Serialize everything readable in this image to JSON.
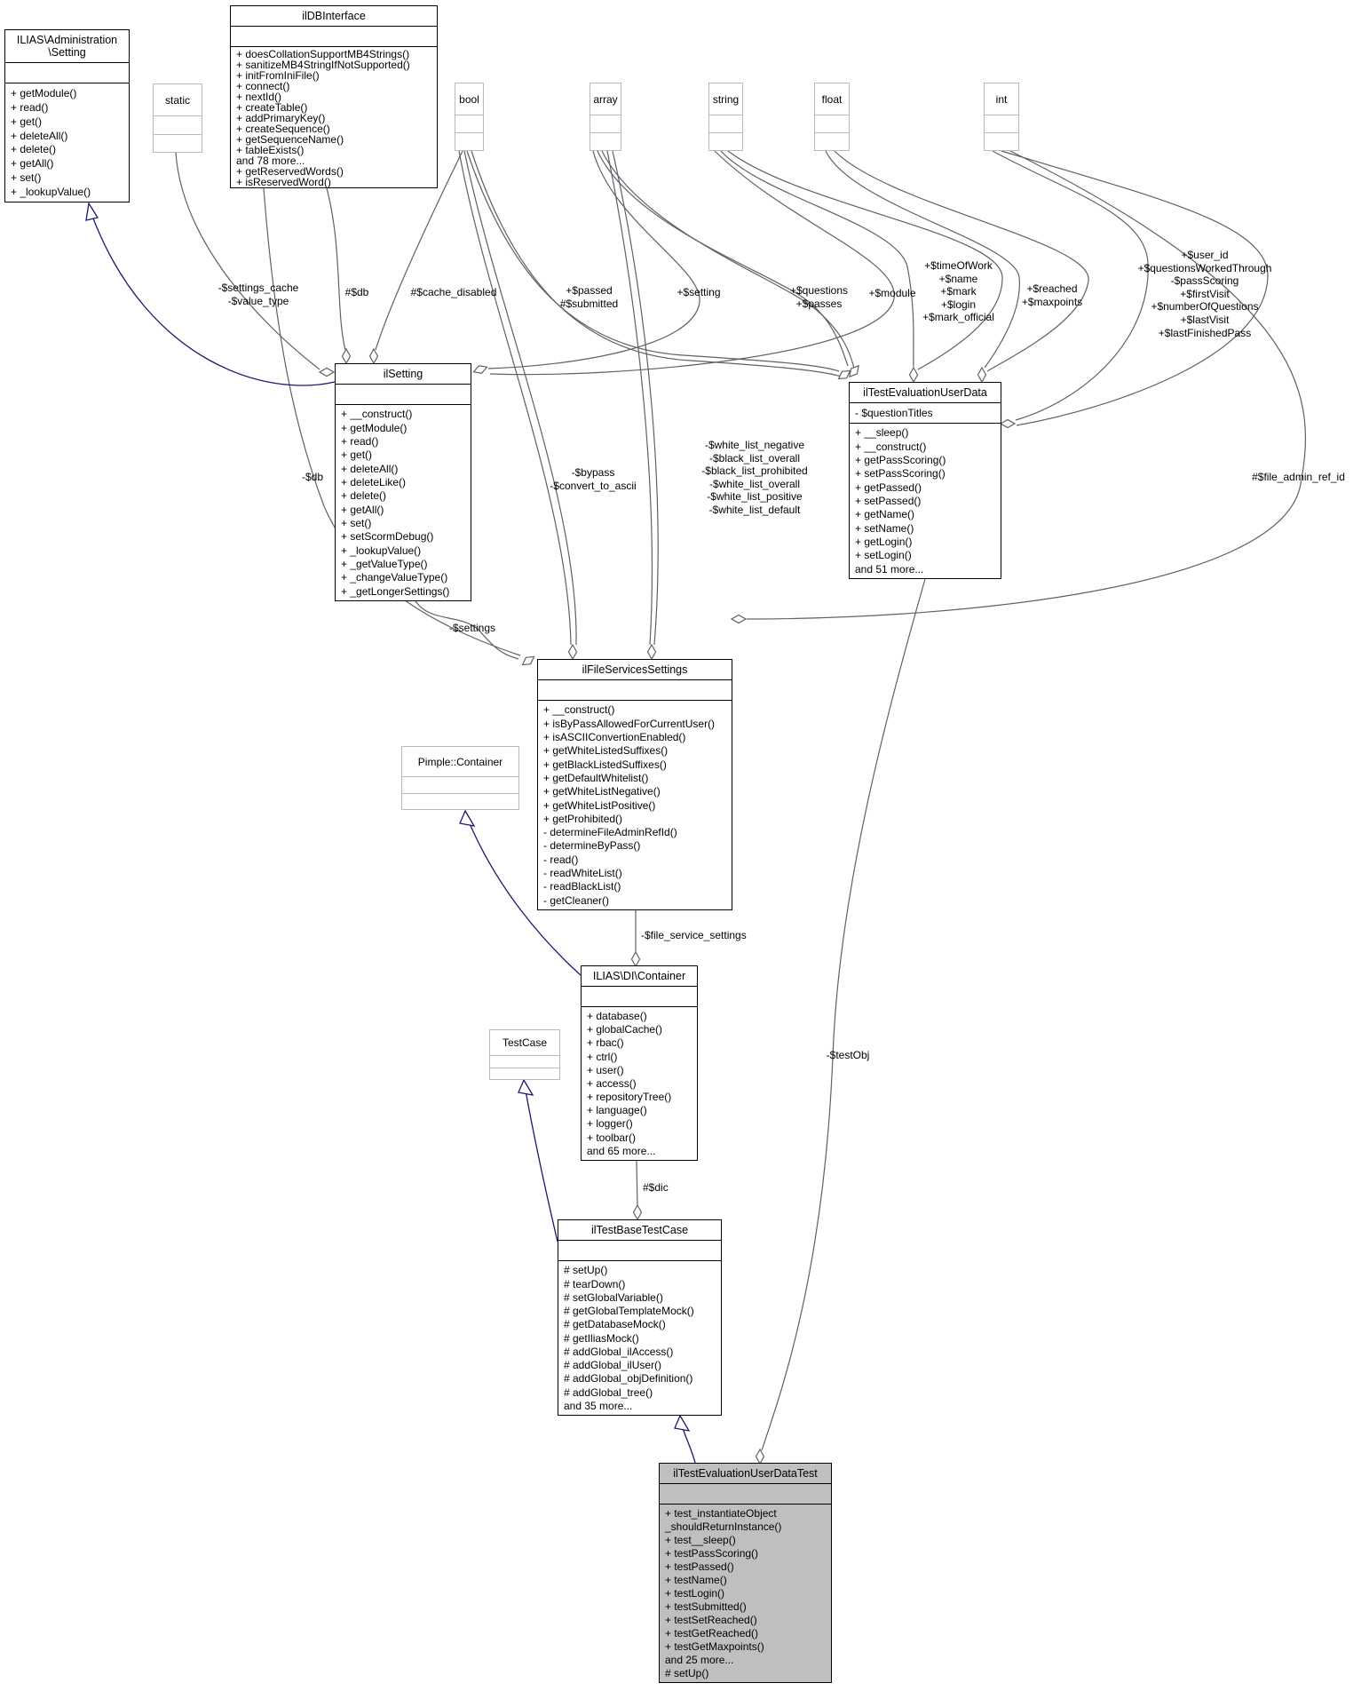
{
  "colors": {
    "inheritance_edge": "#191970",
    "aggregation_edge": "#5d6066",
    "class_border": "#000000",
    "type_box_border": "#b9b9b9",
    "highlight_fill": "#bfbfbf",
    "background": "#ffffff"
  },
  "classes": {
    "admin_setting": {
      "name": "ILIAS\\Administration\n\\Setting",
      "attributes": [],
      "methods": [
        "+ getModule()",
        "+ read()",
        "+ get()",
        "+ deleteAll()",
        "+ delete()",
        "+ getAll()",
        "+ set()",
        "+ _lookupValue()"
      ]
    },
    "ildbinterface": {
      "name": "ilDBInterface",
      "attributes": [],
      "methods": [
        "+ doesCollationSupportMB4Strings()",
        "+ sanitizeMB4StringIfNotSupported()",
        "+ initFromIniFile()",
        "+ connect()",
        "+ nextId()",
        "+ createTable()",
        "+ addPrimaryKey()",
        "+ createSequence()",
        "+ getSequenceName()",
        "+ tableExists()",
        "and 78 more...",
        "+ getReservedWords()",
        "+ isReservedWord()"
      ]
    },
    "ilsetting": {
      "name": "ilSetting",
      "attributes": [],
      "methods": [
        "+ __construct()",
        "+ getModule()",
        "+ read()",
        "+ get()",
        "+ deleteAll()",
        "+ deleteLike()",
        "+ delete()",
        "+ getAll()",
        "+ set()",
        "+ setScormDebug()",
        "+ _lookupValue()",
        "+ _getValueType()",
        "+ _changeValueType()",
        "+ _getLongerSettings()"
      ]
    },
    "iltestevaluationuserdata": {
      "name": "ilTestEvaluationUserData",
      "attributes": [
        "- $questionTitles"
      ],
      "methods": [
        "+ __sleep()",
        "+ __construct()",
        "+ getPassScoring()",
        "+ setPassScoring()",
        "+ getPassed()",
        "+ setPassed()",
        "+ getName()",
        "+ setName()",
        "+ getLogin()",
        "+ setLogin()",
        "and 51 more..."
      ]
    },
    "ilfileservicessettings": {
      "name": "ilFileServicesSettings",
      "attributes": [],
      "methods": [
        "+ __construct()",
        "+ isByPassAllowedForCurrentUser()",
        "+ isASCIIConvertionEnabled()",
        "+ getWhiteListedSuffixes()",
        "+ getBlackListedSuffixes()",
        "+ getDefaultWhitelist()",
        "+ getWhiteListNegative()",
        "+ getWhiteListPositive()",
        "+ getProhibited()",
        "- determineFileAdminRefId()",
        "- determineByPass()",
        "- read()",
        "- readWhiteList()",
        "- readBlackList()",
        "- getCleaner()"
      ]
    },
    "ilias_di_container": {
      "name": "ILIAS\\DI\\Container",
      "attributes": [],
      "methods": [
        "+ database()",
        "+ globalCache()",
        "+ rbac()",
        "+ ctrl()",
        "+ user()",
        "+ access()",
        "+ repositoryTree()",
        "+ language()",
        "+ logger()",
        "+ toolbar()",
        "and 65 more..."
      ]
    },
    "iltestbasetestcase": {
      "name": "ilTestBaseTestCase",
      "attributes": [],
      "methods": [
        "# setUp()",
        "# tearDown()",
        "# setGlobalVariable()",
        "# getGlobalTemplateMock()",
        "# getDatabaseMock()",
        "# getIliasMock()",
        "# addGlobal_ilAccess()",
        "# addGlobal_ilUser()",
        "# addGlobal_objDefinition()",
        "# addGlobal_tree()",
        "and 35 more..."
      ]
    },
    "iltestevaluationuserdatatest": {
      "name": "ilTestEvaluationUserDataTest",
      "attributes": [],
      "methods": [
        "+ test_instantiateObject",
        "_shouldReturnInstance()",
        "+ test__sleep()",
        "+ testPassScoring()",
        "+ testPassed()",
        "+ testName()",
        "+ testLogin()",
        "+ testSubmitted()",
        "+ testSetReached()",
        "+ testGetReached()",
        "+ testGetMaxpoints()",
        "and 25 more...",
        "# setUp()"
      ]
    },
    "static_type": {
      "name": "static"
    },
    "bool_type": {
      "name": "bool"
    },
    "array_type": {
      "name": "array"
    },
    "string_type": {
      "name": "string"
    },
    "float_type": {
      "name": "float"
    },
    "int_type": {
      "name": "int"
    },
    "pimple_container": {
      "name": "Pimple::Container"
    },
    "testcase": {
      "name": "TestCase"
    }
  },
  "edge_labels": [
    {
      "text": "-$settings_cache\n-$value_type"
    },
    {
      "text": "#$db"
    },
    {
      "text": "#$cache_disabled"
    },
    {
      "text": "+$passed\n#$submitted"
    },
    {
      "text": "+$setting"
    },
    {
      "text": "+$questions\n+$passes"
    },
    {
      "text": "+$module"
    },
    {
      "text": "+$timeOfWork\n+$name\n+$mark\n+$login\n+$mark_official"
    },
    {
      "text": "+$reached\n+$maxpoints"
    },
    {
      "text": "+$user_id\n+$questionsWorkedThrough\n-$passScoring\n+$firstVisit\n+$numberOfQuestions\n+$lastVisit\n+$lastFinishedPass"
    },
    {
      "text": "#$file_admin_ref_id"
    },
    {
      "text": "-$db"
    },
    {
      "text": "-$bypass\n-$convert_to_ascii"
    },
    {
      "text": "-$white_list_negative\n-$black_list_overall\n-$black_list_prohibited\n-$white_list_overall\n-$white_list_positive\n-$white_list_default"
    },
    {
      "text": "-$settings"
    },
    {
      "text": "-$file_service_settings"
    },
    {
      "text": "#$dic"
    },
    {
      "text": "-$testObj"
    }
  ]
}
